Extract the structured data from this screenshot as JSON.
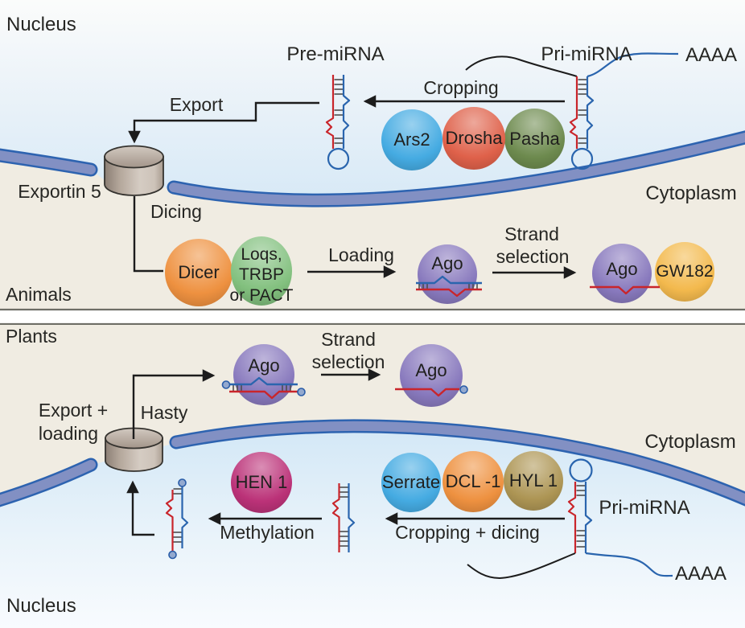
{
  "animal": {
    "section": "Animals",
    "region_nucleus": "Nucleus",
    "region_cytoplasm": "Cytoplasm",
    "pre_mirna": "Pre-miRNA",
    "pri_mirna": "Pri-miRNA",
    "poly_a": "AAAA",
    "export": "Export",
    "exportin5": "Exportin 5",
    "cropping": "Cropping",
    "dicing": "Dicing",
    "loading": "Loading",
    "strand_selection_l1": "Strand",
    "strand_selection_l2": "selection",
    "ars2": "Ars2",
    "drosha": "Drosha",
    "pasha": "Pasha",
    "dicer": "Dicer",
    "loqs_l1": "Loqs,",
    "loqs_l2": "TRBP",
    "loqs_l3": "or PACT",
    "ago": "Ago",
    "gw182": "GW182"
  },
  "plant": {
    "section": "Plants",
    "region_nucleus": "Nucleus",
    "region_cytoplasm": "Cytoplasm",
    "pri_mirna": "Pri-miRNA",
    "poly_a": "AAAA",
    "export_loading_l1": "Export +",
    "export_loading_l2": "loading",
    "hasty": "Hasty",
    "strand_selection_l1": "Strand",
    "strand_selection_l2": "selection",
    "ago": "Ago",
    "hen1": "HEN 1",
    "methylation": "Methylation",
    "cropping_dicing": "Cropping + dicing",
    "serrate": "Serrate",
    "dcl1": "DCL -1",
    "hyl1": "HYL 1"
  },
  "colors": {
    "ars2": "#45abe2",
    "drosha": "#df614a",
    "pasha": "#6d8a4e",
    "dicer": "#ee9140",
    "loqs": "#82c07e",
    "ago": "#8879bd",
    "gw182": "#f3b94d",
    "hen1": "#bb3278",
    "serrate": "#45abe2",
    "dcl1": "#ee9140",
    "hyl1": "#ad9554",
    "membrane": "#8290c3",
    "membrane_edge": "#2d63b0",
    "rna_red": "#c9252b",
    "rna_blue": "#2a65ae",
    "arrow": "#1c1c1c"
  }
}
